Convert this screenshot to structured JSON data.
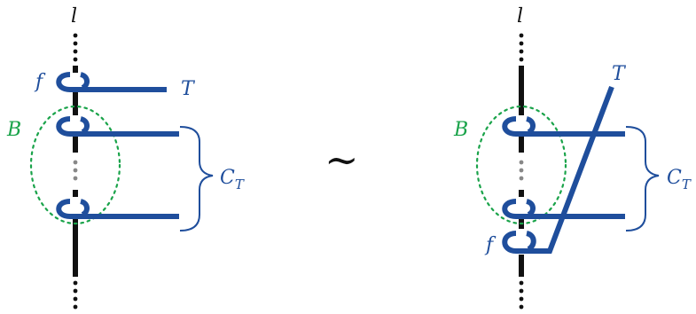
{
  "colors": {
    "blue": "#1f4e9c",
    "green": "#1aa34a",
    "black": "#111111",
    "gray": "#888888"
  },
  "left": {
    "line_label": "l",
    "f_label": "f",
    "T_label": "T",
    "B_label": "B",
    "C_label": "C",
    "C_sub": "T"
  },
  "relation": {
    "symbol": "∼"
  },
  "right": {
    "line_label": "l",
    "f_label": "f",
    "T_label": "T",
    "B_label": "B",
    "C_label": "C",
    "C_sub": "T"
  }
}
